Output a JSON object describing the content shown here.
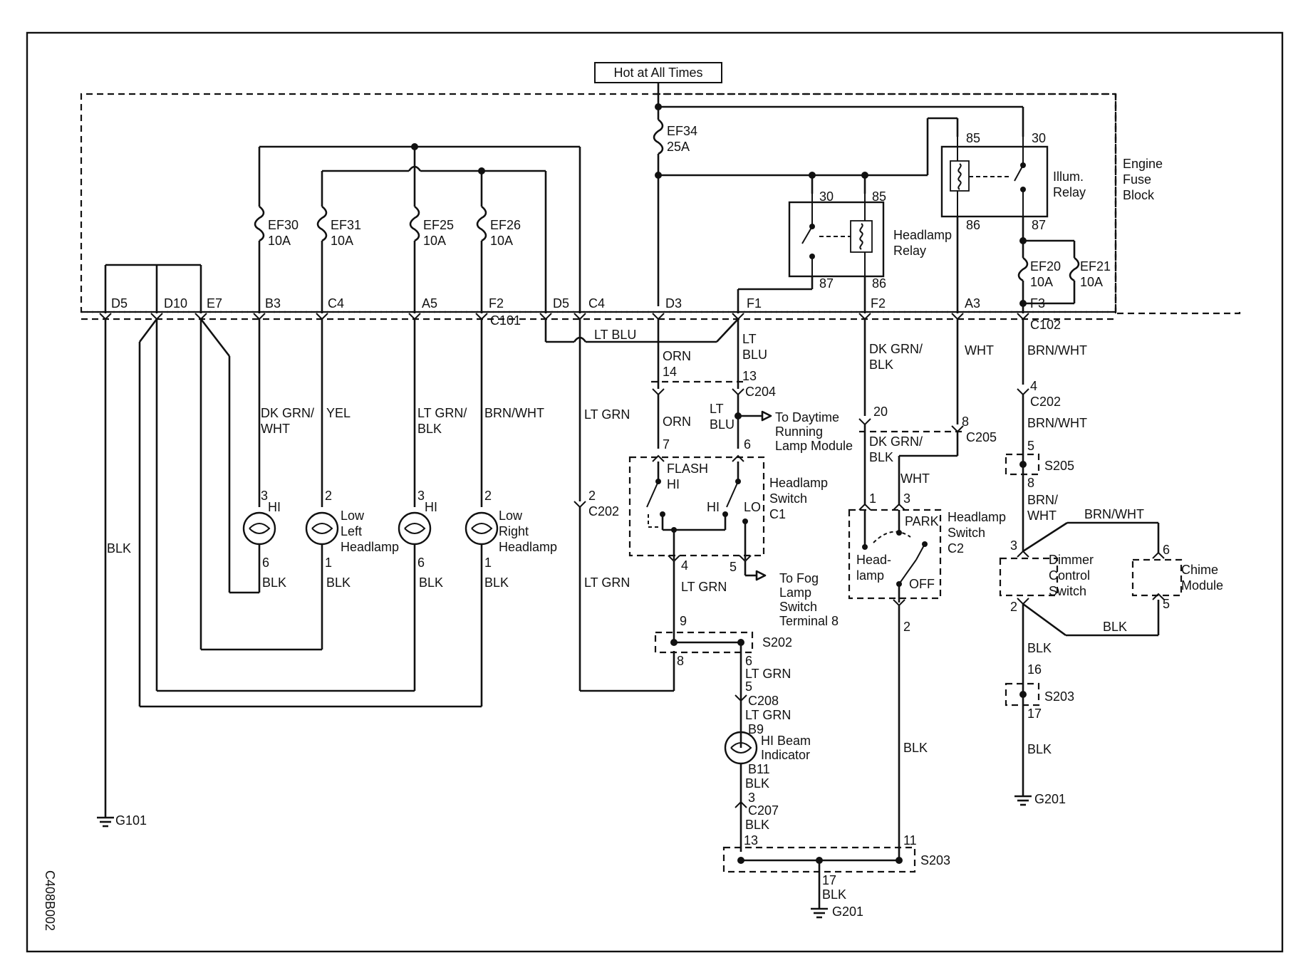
{
  "hot_label": "Hot at All Times",
  "fuse_block_label": [
    "Engine",
    "Fuse",
    "Block"
  ],
  "fuses": [
    {
      "id": "ef34",
      "name": "EF34",
      "rating": "25A"
    },
    {
      "id": "ef30",
      "name": "EF30",
      "rating": "10A"
    },
    {
      "id": "ef31",
      "name": "EF31",
      "rating": "10A"
    },
    {
      "id": "ef25",
      "name": "EF25",
      "rating": "10A"
    },
    {
      "id": "ef26",
      "name": "EF26",
      "rating": "10A"
    },
    {
      "id": "ef20",
      "name": "EF20",
      "rating": "10A"
    },
    {
      "id": "ef21",
      "name": "EF21",
      "rating": "10A"
    }
  ],
  "relays": {
    "headlamp": {
      "name": [
        "Headlamp",
        "Relay"
      ],
      "pins": [
        "30",
        "85",
        "87",
        "86"
      ]
    },
    "illum": {
      "name": [
        "Illum.",
        "Relay"
      ],
      "pins": [
        "85",
        "30",
        "86",
        "87"
      ]
    }
  },
  "pins_c101": [
    "D5",
    "D10",
    "E7",
    "B3",
    "C4",
    "A5",
    "F2",
    "D5",
    "C4",
    "D3",
    "F1",
    "F2",
    "A3",
    "F3"
  ],
  "connectors": [
    "C101",
    "C102",
    "C204",
    "C205",
    "C202",
    "C202",
    "C202",
    "S205",
    "S202",
    "C208",
    "C207",
    "S203",
    "S203"
  ],
  "wires": [
    "DK GRN/",
    "WHT",
    "YEL",
    "LT GRN/",
    "BLK",
    "BRN/WHT",
    "LT GRN",
    "BLK",
    "LT BLU",
    "ORN",
    "LT",
    "BLU",
    "ORN",
    "LT",
    "BLU",
    "LT GRN",
    "LT GRN",
    "DK GRN/",
    "BLK",
    "WHT",
    "DK GRN/",
    "BLK",
    "WHT",
    "BRN/WHT",
    "BRN/WHT",
    "BRN/",
    "WHT",
    "BRN/WHT",
    "BLK",
    "BLK",
    "BLK",
    "BLK",
    "BLK",
    "BLK",
    "LT GRN",
    "LT GRN",
    "LT GRN",
    "BLK",
    "BLK",
    "BLK",
    "BLK",
    "BLK"
  ],
  "components": {
    "low_left": [
      "Low",
      "Left",
      "Headlamp"
    ],
    "low_right": [
      "Low",
      "Right",
      "Headlamp"
    ],
    "hi": "HI",
    "headlamp_switch_c1": [
      "Headlamp",
      "Switch",
      "C1"
    ],
    "flash": "FLASH",
    "hi2": "HI",
    "hi3": "HI",
    "lo": "LO",
    "headlamp_switch_c2": [
      "Headlamp",
      "Switch",
      "C2"
    ],
    "park": "PARK",
    "head_lamp": [
      "Head-",
      "lamp"
    ],
    "off": "OFF",
    "dimmer": [
      "Dimmer",
      "Control",
      "Switch"
    ],
    "chime": [
      "Chime",
      "Module"
    ],
    "hi_beam": [
      "HI Beam",
      "Indicator"
    ]
  },
  "notes": {
    "drl": [
      "To Daytime",
      "Running",
      "Lamp Module"
    ],
    "fog": [
      "To Fog",
      "Lamp",
      "Switch",
      "Terminal 8"
    ]
  },
  "grounds": [
    "G101",
    "G201",
    "G201"
  ],
  "pin_numbers": [
    "3",
    "6",
    "2",
    "1",
    "3",
    "6",
    "2",
    "1",
    "2",
    "14",
    "13",
    "7",
    "6",
    "4",
    "5",
    "9",
    "8",
    "6",
    "5",
    "B9",
    "B11",
    "3",
    "13",
    "11",
    "17",
    "20",
    "8",
    "1",
    "3",
    "2",
    "4",
    "5",
    "8",
    "3",
    "6",
    "2",
    "5",
    "16",
    "17",
    "30",
    "85",
    "87",
    "86",
    "85",
    "30",
    "86",
    "87"
  ],
  "figure_code": "C408B002"
}
